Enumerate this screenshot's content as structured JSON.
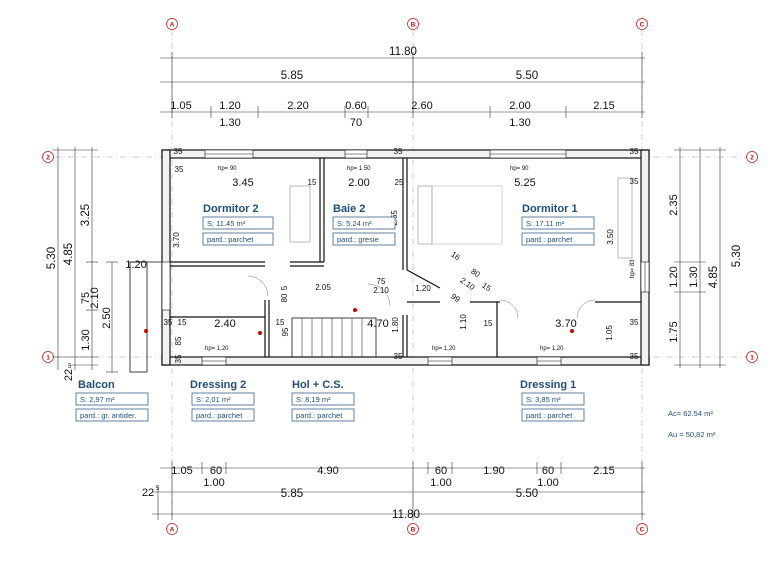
{
  "grid_axes": {
    "columns": [
      "A",
      "B",
      "C"
    ],
    "rows": [
      "2",
      "1"
    ]
  },
  "dims_top": {
    "overall": "11.80",
    "halves": [
      "5.85",
      "5.50"
    ],
    "openings": [
      "1.05",
      "1.20",
      "2.20",
      "0.60",
      "2.60",
      "2.00",
      "2.15"
    ],
    "sills": [
      "1.30",
      "70",
      "1.30"
    ]
  },
  "dims_bottom": {
    "openings": [
      "1.05",
      "60",
      "4.90",
      "60",
      "1.90",
      "60",
      "2.15"
    ],
    "sills": [
      "1.00",
      "1.00",
      "1.00"
    ],
    "offset": "22",
    "offset_sup": "5",
    "halves": [
      "5.85",
      "5.50"
    ],
    "overall": "11.80"
  },
  "dims_left": {
    "overall": "5.30",
    "split": [
      "4.85",
      "22",
      "5"
    ],
    "segments": [
      "3.25",
      "75",
      "1.30"
    ],
    "opening": "2.10",
    "balcony": "2.50",
    "balcony_w": "1.20"
  },
  "dims_right": {
    "overall": "5.30",
    "split": "4.85",
    "segments": [
      "2.35",
      "1.20",
      "1.75"
    ],
    "sill": "1.30"
  },
  "interior_dims": {
    "wall_35": "35",
    "d_345": "3.45",
    "d_15": "15",
    "d_200": "2.00",
    "d_25": "25",
    "d_525": "5.25",
    "d_370": "3.70",
    "d_265": "2.65",
    "d_350": "3.50",
    "d_205": "2.05",
    "d_75": "75",
    "d_210": "2.10",
    "d_120": "1.20",
    "d_16": "16",
    "d_16sup": "5",
    "d_80": "80",
    "d_99": "99",
    "d_80b": "80",
    "d_5": "5",
    "d_240": "2.40",
    "d_95": "95",
    "d_470": "4.70",
    "d_180": "1.80",
    "d_110": "1.10",
    "d_370b": "3.70",
    "d_105": "1.05",
    "d_85": "85",
    "hp90a": "hp= 90",
    "hp150": "hp= 1.50",
    "hp90b": "hp= 90",
    "hp83": "hp= 83",
    "hp120a": "hp= 1,20",
    "hp120b": "hp= 1,20",
    "hp120c": "hp= 1,20"
  },
  "rooms": [
    {
      "name": "Dormitor 2",
      "area": "S: 11.45 m²",
      "floor": "pard.: parchet"
    },
    {
      "name": "Baie 2",
      "area": "S: 5.24 m²",
      "floor": "pard.: gresie"
    },
    {
      "name": "Dormitor 1",
      "area": "S: 17.11 m²",
      "floor": "pard.: parchet"
    },
    {
      "name": "Balcon",
      "area": "S: 2,97 m²",
      "floor": "pard.: gr. antider."
    },
    {
      "name": "Dressing 2",
      "area": "S: 2,01 m²",
      "floor": "pard.: parchet"
    },
    {
      "name": "Hol + C.S.",
      "area": "S: 8,19 m²",
      "floor": "pard.: parchet"
    },
    {
      "name": "Dressing 1",
      "area": "S: 3,85 m²",
      "floor": "pard.: parchet"
    }
  ],
  "areas": {
    "ac": "Ac= 62.54  m²",
    "au": "Au = 50,82  m²"
  }
}
